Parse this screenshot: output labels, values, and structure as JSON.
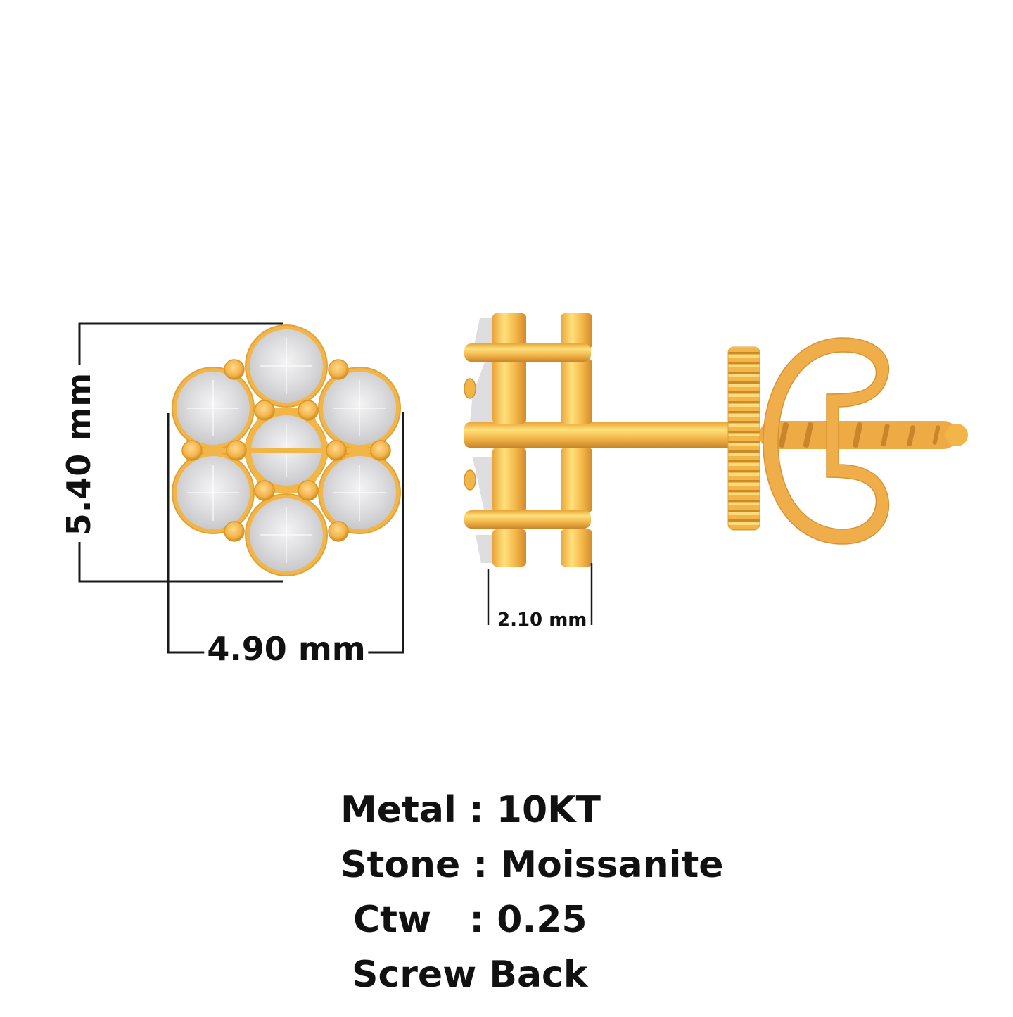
{
  "product": {
    "type": "Flower cluster stud earring",
    "metal_color": "#F2B548",
    "metal_highlight": "#FFE58A",
    "metal_shadow": "#D18A2A",
    "stone_color": "#E4E4E6"
  },
  "dimensions": {
    "height": "5.40 mm",
    "width": "4.90 mm",
    "depth": "2.10 mm"
  },
  "specs": [
    {
      "label": "Metal",
      "separator": " : ",
      "value": "10KT",
      "text": "Metal : 10KT"
    },
    {
      "label": "Stone",
      "separator": " : ",
      "value": "Moissanite",
      "text": "Stone : Moissanite"
    },
    {
      "label": "Ctw",
      "separator": "   : ",
      "value": "0.25",
      "text": "Ctw   : 0.25"
    },
    {
      "label": "Screw Back",
      "separator": "",
      "value": "",
      "text": "Screw Back"
    }
  ]
}
